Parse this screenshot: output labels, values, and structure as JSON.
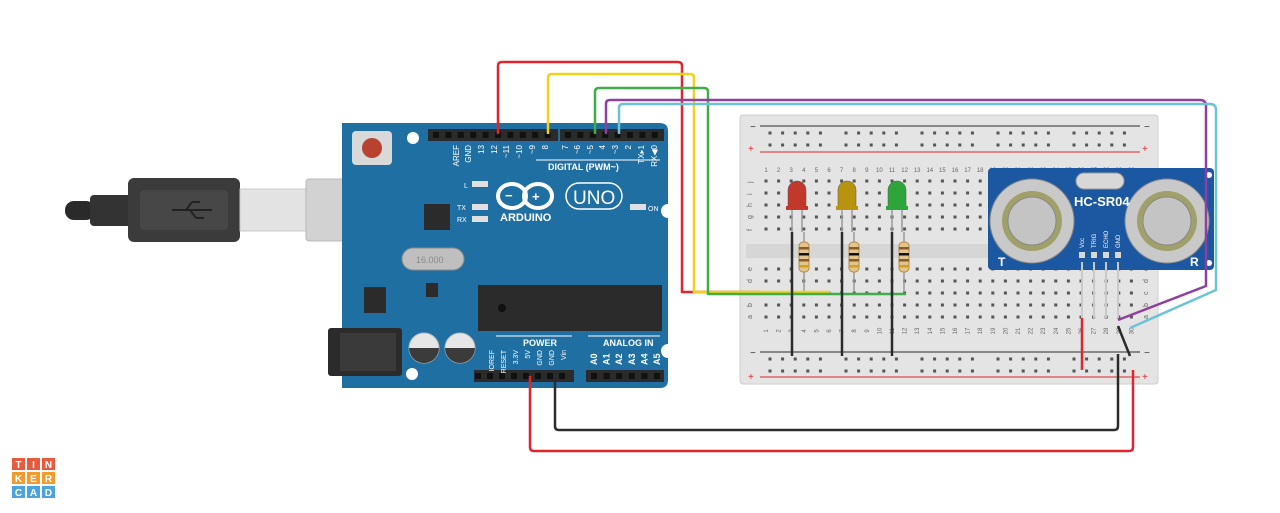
{
  "arduino": {
    "logo_text": "ARDUINO",
    "model": "UNO",
    "digital_label": "DIGITAL (PWM~)",
    "power_label": "POWER",
    "analog_label": "ANALOG IN",
    "on_label": "ON",
    "l_label": "L",
    "tx_label": "TX",
    "rx_label": "RX",
    "crystal_label": "16.000",
    "top_pin_labels": [
      "AREF",
      "GND",
      "13",
      "12",
      "~11",
      "~10",
      "~9",
      "8",
      "7",
      "~6",
      "~5",
      "4",
      "~3",
      "2",
      "TX▸1",
      "RX◀0"
    ],
    "power_pin_labels": [
      "IOREF",
      "RESET",
      "3.3V",
      "5V",
      "GND",
      "GND",
      "Vin"
    ],
    "analog_pin_labels": [
      "A0",
      "A1",
      "A2",
      "A3",
      "A4",
      "A5"
    ]
  },
  "breadboard": {
    "minus": "−",
    "plus": "+",
    "row_letters_top": [
      "j",
      "i",
      "h",
      "g",
      "f"
    ],
    "row_letters_bottom": [
      "e",
      "d",
      "c",
      "b",
      "a"
    ],
    "column_numbers": [
      "1",
      "2",
      "3",
      "4",
      "5",
      "6",
      "7",
      "8",
      "9",
      "10",
      "11",
      "12",
      "13",
      "14",
      "15",
      "16",
      "17",
      "18",
      "19",
      "20",
      "21",
      "22",
      "23",
      "24",
      "25",
      "26",
      "27",
      "28",
      "29",
      "30"
    ]
  },
  "sensor": {
    "name": "HC-SR04",
    "pin_labels": [
      "Vcc",
      "TRIG",
      "ECHO",
      "GND"
    ],
    "t_label": "T",
    "r_label": "R"
  },
  "leds": [
    {
      "color": "#c0392b",
      "name": "red"
    },
    {
      "color": "#b8930f",
      "name": "yellow"
    },
    {
      "color": "#2ea53a",
      "name": "green"
    }
  ],
  "wire_colors": {
    "red": "#e0262b",
    "yellow": "#f2d11a",
    "green": "#3fae49",
    "purple": "#8e3fa0",
    "cyan": "#6cc3d8",
    "black": "#2b2b2b"
  },
  "brand": {
    "letters": [
      "T",
      "I",
      "N",
      "K",
      "E",
      "R",
      "C",
      "A",
      "D"
    ],
    "colors": [
      "#e85a3d",
      "#e85a3d",
      "#e85a3d",
      "#f29a2e",
      "#f29a2e",
      "#f29a2e",
      "#4aa3df",
      "#4aa3df",
      "#4aa3df"
    ]
  }
}
